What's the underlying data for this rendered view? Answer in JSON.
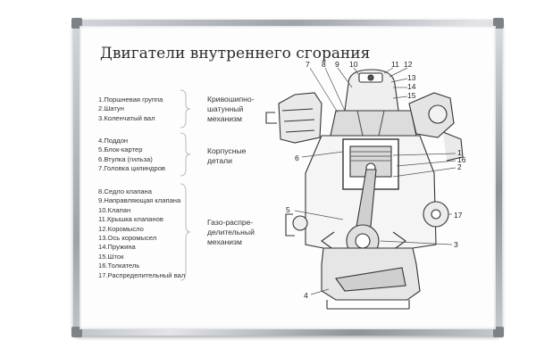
{
  "poster": {
    "title": "Двигатели внутреннего сгорания",
    "groups": [
      {
        "name": "Кривошипно-\nшатунный\nмеханизм",
        "items": [
          "1.Поршневая группа",
          "2.Шатун",
          "3.Коленчатый вал"
        ]
      },
      {
        "name": "Корпусные\nдетали",
        "items": [
          "4.Поддон",
          "5.Блок-картер",
          "6.Втулка (гильза)",
          "7.Головка цилиндров"
        ]
      },
      {
        "name": "Газо-распре-\nделительный\nмеханизм",
        "items": [
          "8.Седло клапана",
          "9.Направляющая клапана",
          "10.Клапан",
          "11.Крышка клапанов",
          "12.Коромысло",
          "13.Ось коромысел",
          "14.Пружина",
          "15.Шток",
          "16.Толкатель",
          "17.Распределительный вал"
        ]
      }
    ],
    "callouts": [
      "1",
      "2",
      "3",
      "4",
      "5",
      "6",
      "7",
      "8",
      "9",
      "10",
      "11",
      "12",
      "13",
      "14",
      "15",
      "16",
      "17"
    ]
  },
  "colors": {
    "frame": "#a7abb0",
    "ink": "#2b2b2b",
    "board": "#fdfdfd"
  }
}
